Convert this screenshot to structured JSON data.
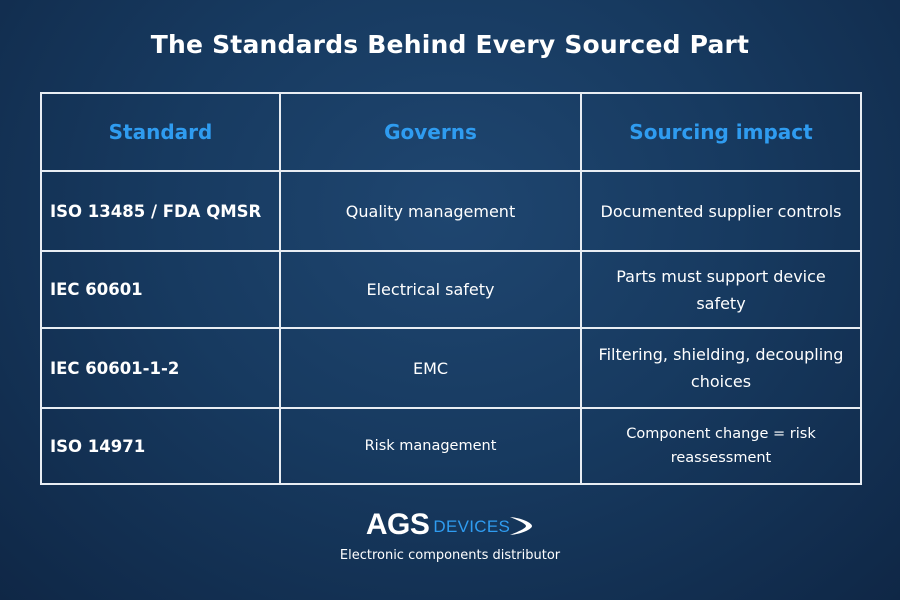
{
  "title": "The Standards Behind Every Sourced Part",
  "table": {
    "headers": [
      "Standard",
      "Governs",
      "Sourcing impact"
    ],
    "rows": [
      {
        "standard": "ISO 13485 / FDA QMSR",
        "governs": "Quality management",
        "impact": "Documented supplier controls"
      },
      {
        "standard": "IEC 60601",
        "governs": "Electrical safety",
        "impact": "Parts must support device safety"
      },
      {
        "standard": "IEC 60601-1-2",
        "governs": "EMC",
        "impact": "Filtering, shielding, decoupling choices"
      },
      {
        "standard": "ISO 14971",
        "governs": "Risk management",
        "impact": "Component change = risk reassessment"
      }
    ]
  },
  "logo": {
    "primary": "AGS",
    "secondary": "DEVICES",
    "icon": "swoosh-icon"
  },
  "tagline": "Electronic components distributor",
  "colors": {
    "accent": "#2f9cf0",
    "background": "#173a60",
    "border": "#e8edf3"
  }
}
